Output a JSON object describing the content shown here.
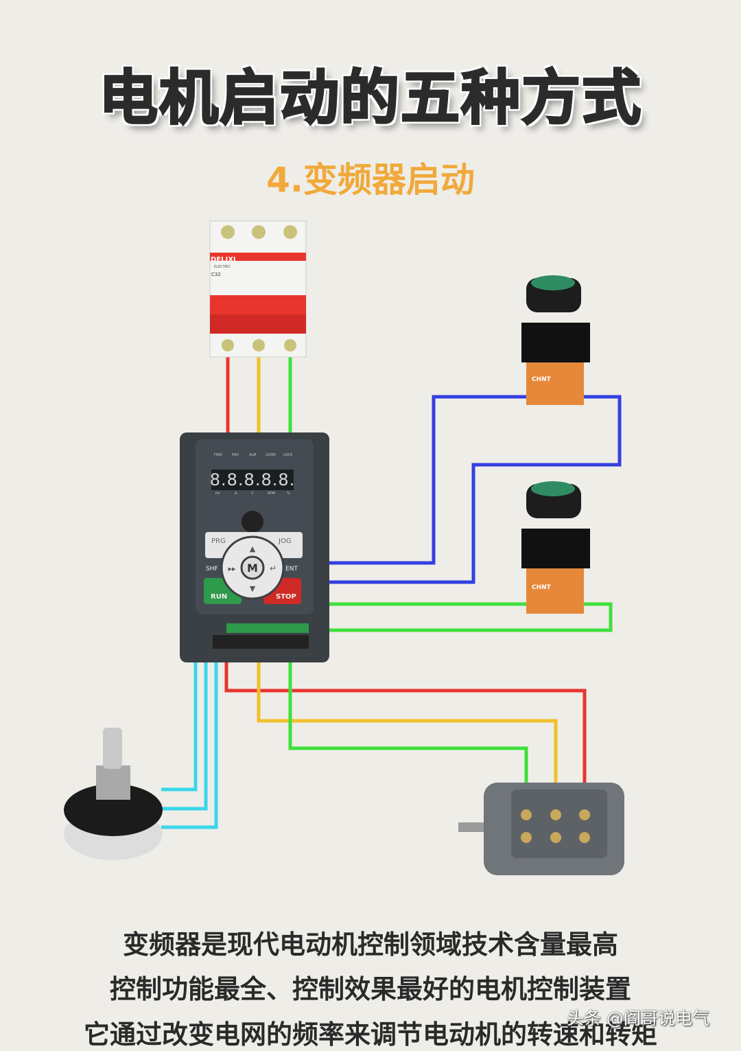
{
  "title": "电机启动的五种方式",
  "subtitle": "4.变频器启动",
  "breaker": {
    "brand": "DELIXI",
    "sub": "ELECTRIC",
    "rating": "C32"
  },
  "inverter": {
    "indicators_top": [
      "FWD",
      "REV",
      "ALM",
      "LO/RE",
      "LOCK"
    ],
    "display": "8.8.8.8.8.",
    "indicators_bottom": [
      "Hz",
      "A",
      "V",
      "RPM",
      "%"
    ],
    "keys": {
      "prg": "PRG",
      "jog": "JOG",
      "shf": "SHF",
      "ent": "ENT",
      "run": "RUN",
      "stop": "STOP",
      "m": "M"
    }
  },
  "button_brand": "CHNT",
  "description": [
    "变频器是现代电动机控制领域技术含量最高",
    "控制功能最全、控制效果最好的电机控制装置",
    "它通过改变电网的频率来调节电动机的转速和转矩"
  ],
  "watermark": "头条 @阎哥说电气",
  "colors": {
    "red": "#e8352e",
    "yellow": "#f2c02b",
    "green": "#3fe03a",
    "blue": "#3440e0",
    "cyan": "#3ad6ea",
    "accent": "#f0a93a"
  }
}
